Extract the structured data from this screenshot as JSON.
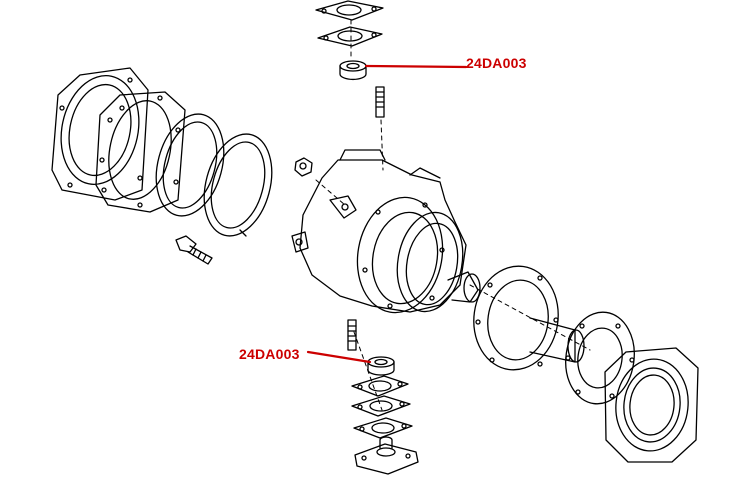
{
  "callouts": [
    {
      "part_number": "24DA003",
      "refers_to": "upper-seal"
    },
    {
      "part_number": "24DA003",
      "refers_to": "lower-seal"
    }
  ],
  "colors": {
    "line": "#000000",
    "callout": "#cc0000",
    "background": "#ffffff"
  }
}
